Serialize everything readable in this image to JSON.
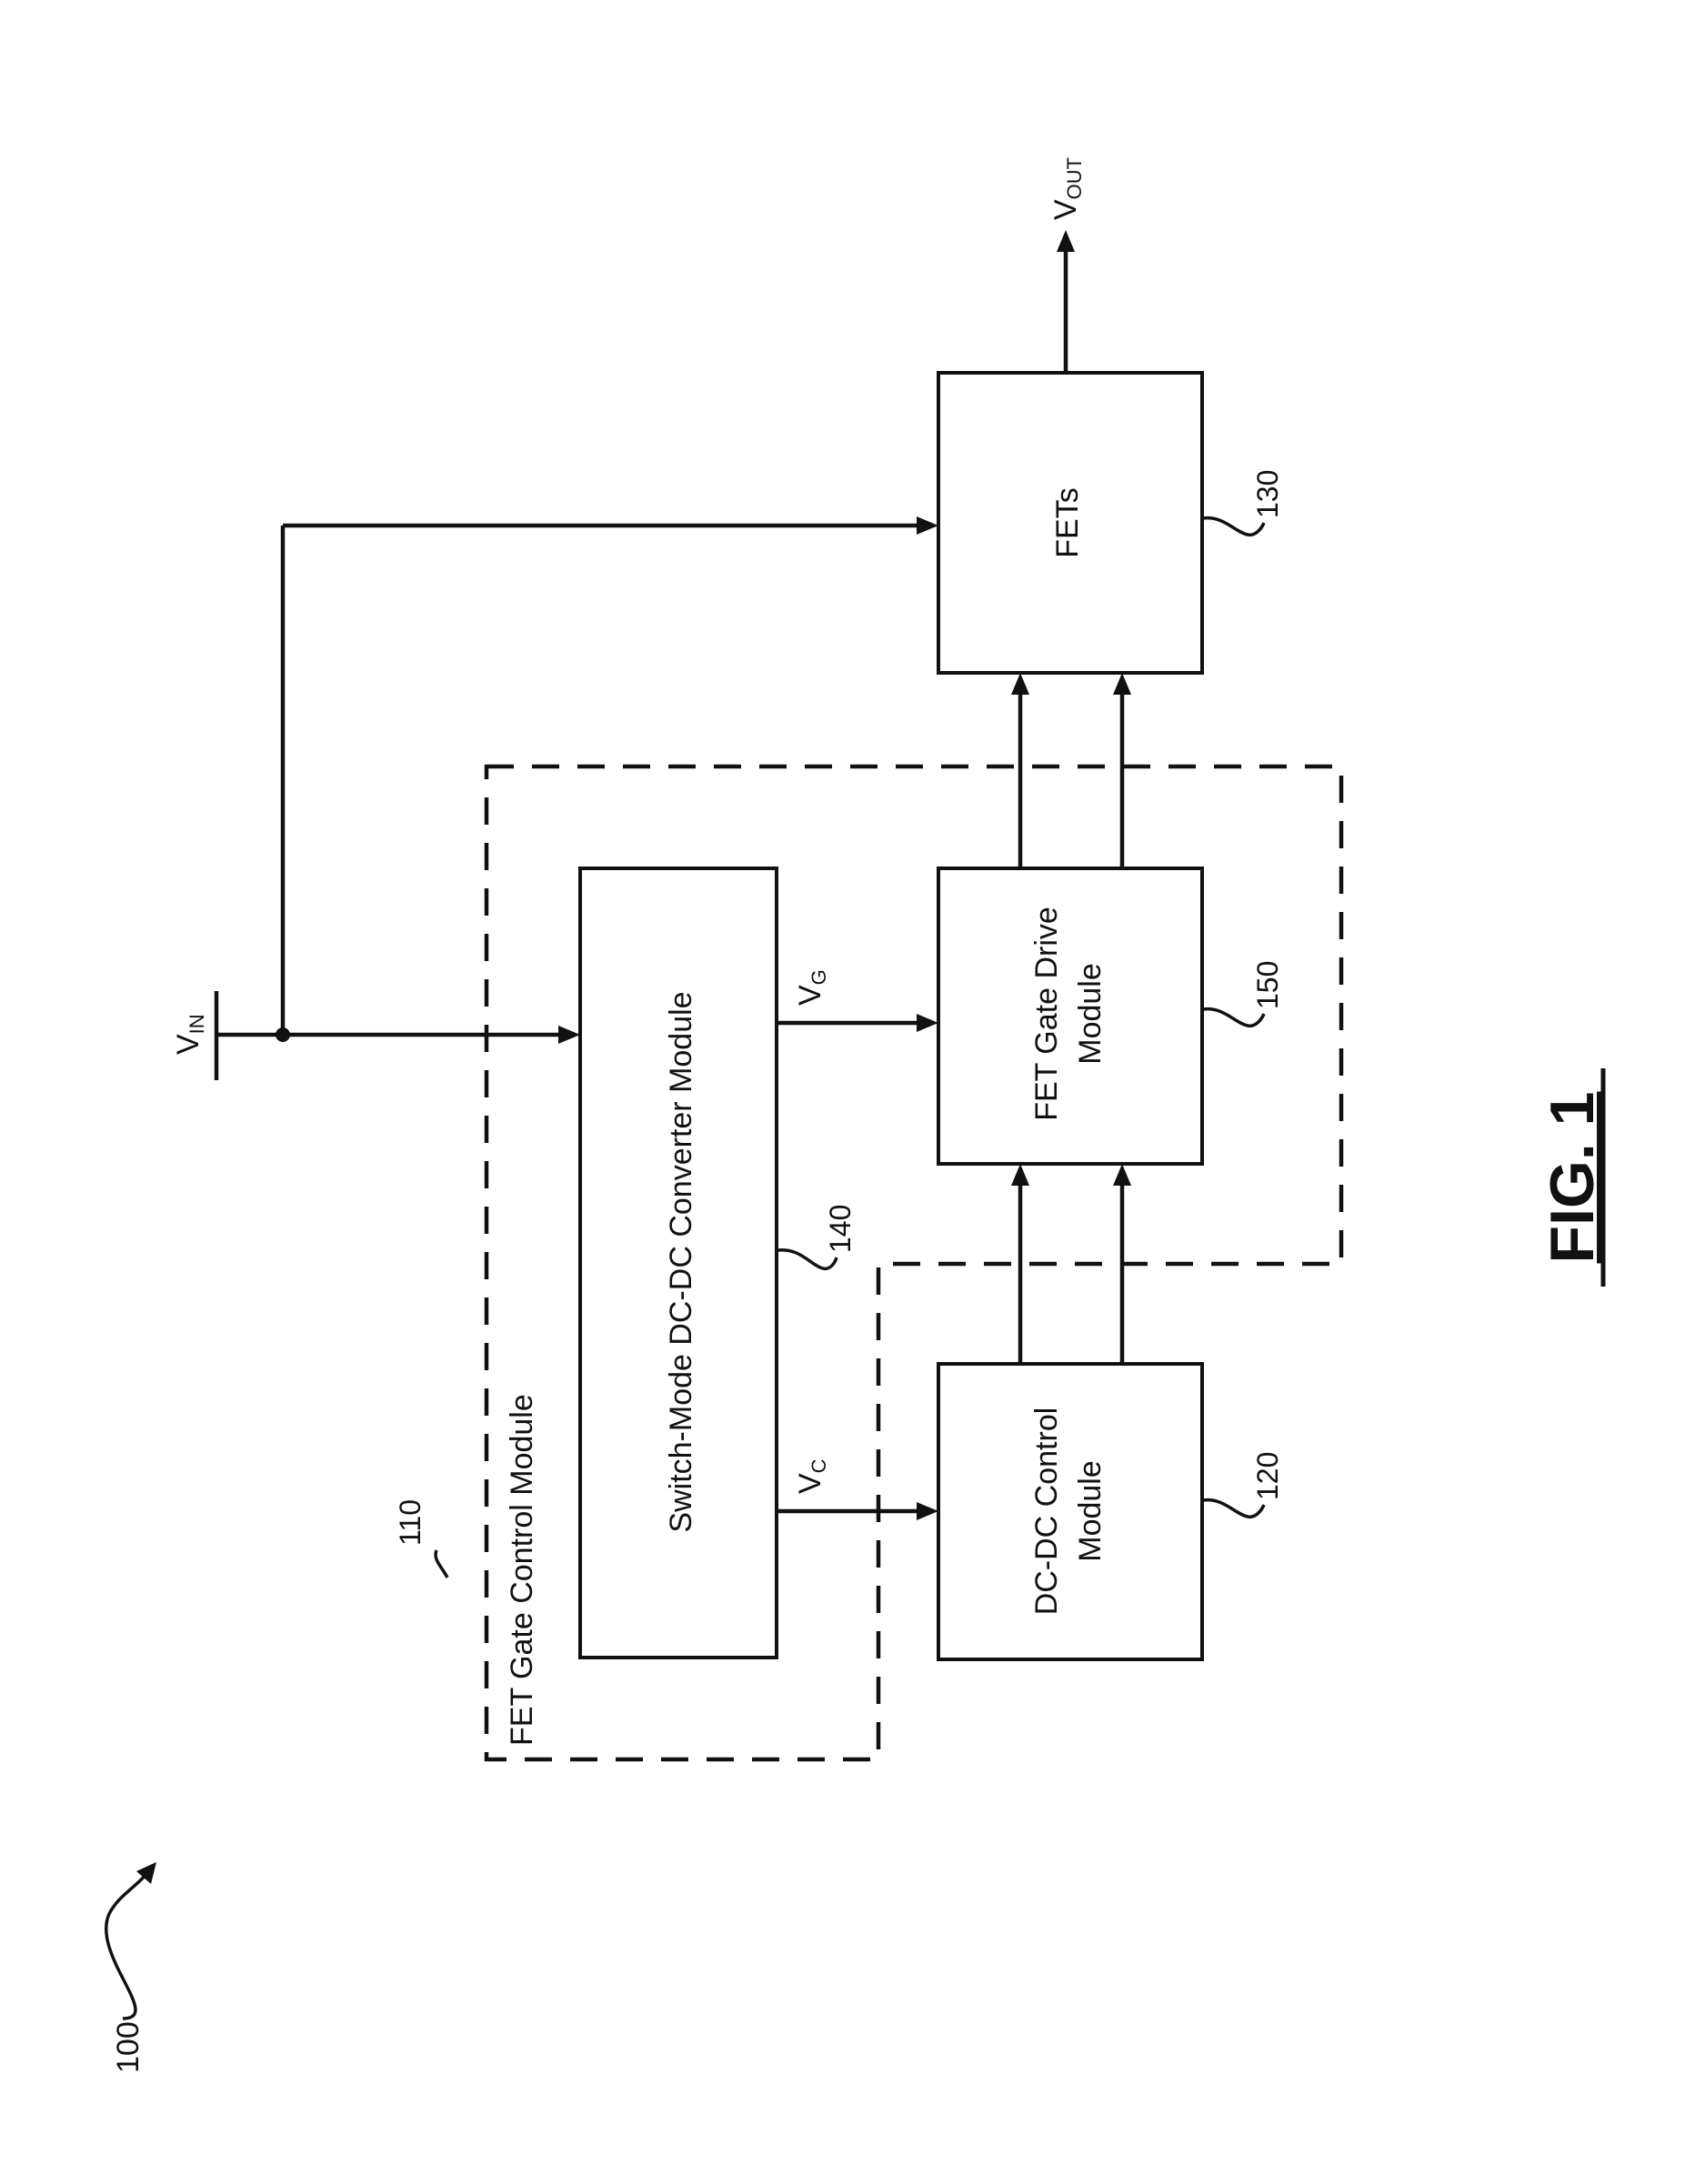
{
  "figure": {
    "ref_overall": "100",
    "caption": "FIG. 1",
    "dashed_region": {
      "label": "FET Gate Control Module",
      "ref": "110"
    },
    "blocks": {
      "converter": {
        "label": "Switch-Mode DC-DC Converter Module",
        "ref": "140"
      },
      "gate_drive": {
        "line1": "FET Gate Drive",
        "line2": "Module",
        "ref": "150"
      },
      "fets": {
        "label": "FETs",
        "ref": "130"
      },
      "dcdc_control": {
        "line1": "DC-DC Control",
        "line2": "Module",
        "ref": "120"
      }
    },
    "signals": {
      "vin": {
        "main": "V",
        "sub": "IN"
      },
      "vout": {
        "main": "V",
        "sub": "OUT"
      },
      "vg": {
        "main": "V",
        "sub": "G"
      },
      "vc": {
        "main": "V",
        "sub": "C"
      }
    }
  }
}
